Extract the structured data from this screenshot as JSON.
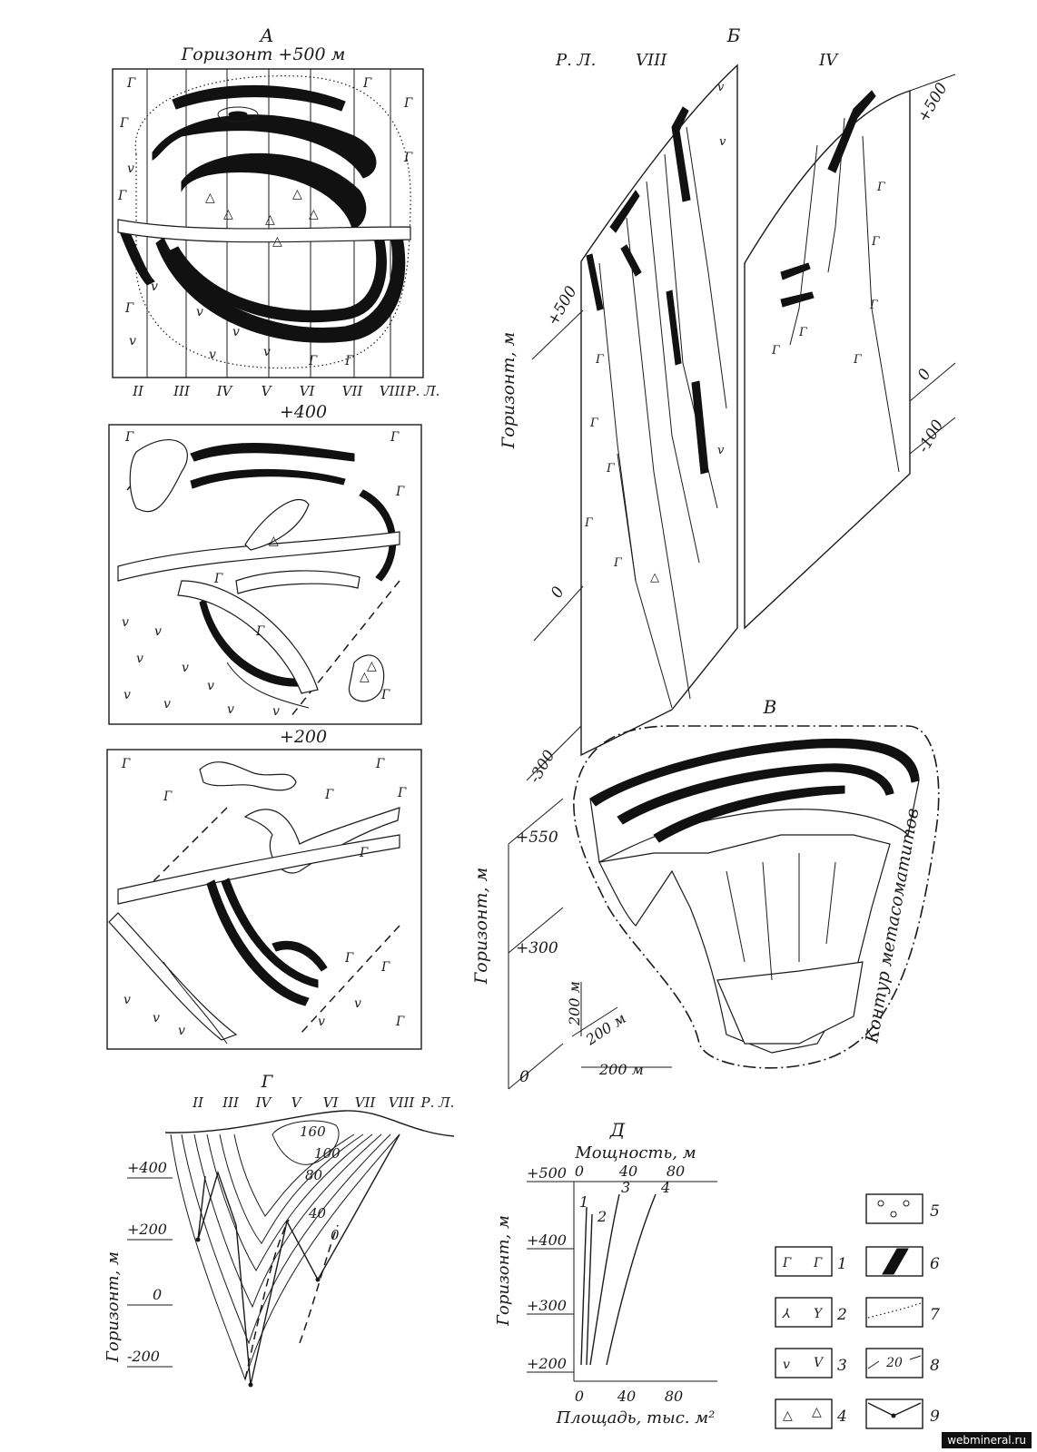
{
  "panel_a": {
    "letter": "А",
    "title": "Горизонт  +500 м",
    "lines": [
      "II",
      "III",
      "IV",
      "V",
      "VI",
      "VII",
      "VIII",
      "Р. Л."
    ],
    "level_400": "+400",
    "level_200": "+200"
  },
  "panel_b": {
    "letter": "Б",
    "rl": "Р. Л.",
    "viii": "VIII",
    "iv": "IV",
    "ylabel": "Горизонт, м",
    "levels": [
      "+500",
      "0",
      "-300"
    ],
    "right_levels": [
      "+500",
      "0",
      "-100"
    ]
  },
  "panel_v": {
    "letter": "В",
    "ylabel": "Горизонт, м",
    "levels": [
      "+550",
      "+300",
      "0"
    ],
    "scale": [
      "200 м",
      "200 м",
      "200 м"
    ],
    "contour_label": "Контур метасоматитов"
  },
  "panel_g": {
    "letter": "Г",
    "lines": [
      "II",
      "III",
      "IV",
      "V",
      "VI",
      "VII",
      "VIII",
      "Р. Л."
    ],
    "ylabel": "Горизонт, м",
    "levels": [
      "+400",
      "+200",
      "0",
      "-200"
    ],
    "isolines": [
      "160",
      "100",
      "80",
      "40",
      "0"
    ]
  },
  "panel_d": {
    "letter": "Д",
    "top_axis": "Мощность, м",
    "top_ticks": [
      "0",
      "40",
      "80"
    ],
    "bottom_axis": "Площадь, тыс. м²",
    "bottom_ticks": [
      "0",
      "40",
      "80"
    ],
    "ylabel": "Горизонт, м",
    "y_ticks": [
      "+500",
      "+400",
      "+300",
      "+200"
    ],
    "curve_labels": [
      "1",
      "2",
      "3",
      "4"
    ]
  },
  "legend": [
    "1",
    "2",
    "3",
    "4",
    "5",
    "6",
    "7",
    "8",
    "9"
  ],
  "legend_isoline_value": "20",
  "watermark": "webmineral.ru",
  "icons": [
    "gabbro-symbol",
    "symbol-y",
    "symbol-v",
    "triangle-symbol",
    "circles-symbol",
    "ore-body-symbol",
    "dotted-line-symbol",
    "isoline-symbol",
    "boundary-symbol"
  ]
}
